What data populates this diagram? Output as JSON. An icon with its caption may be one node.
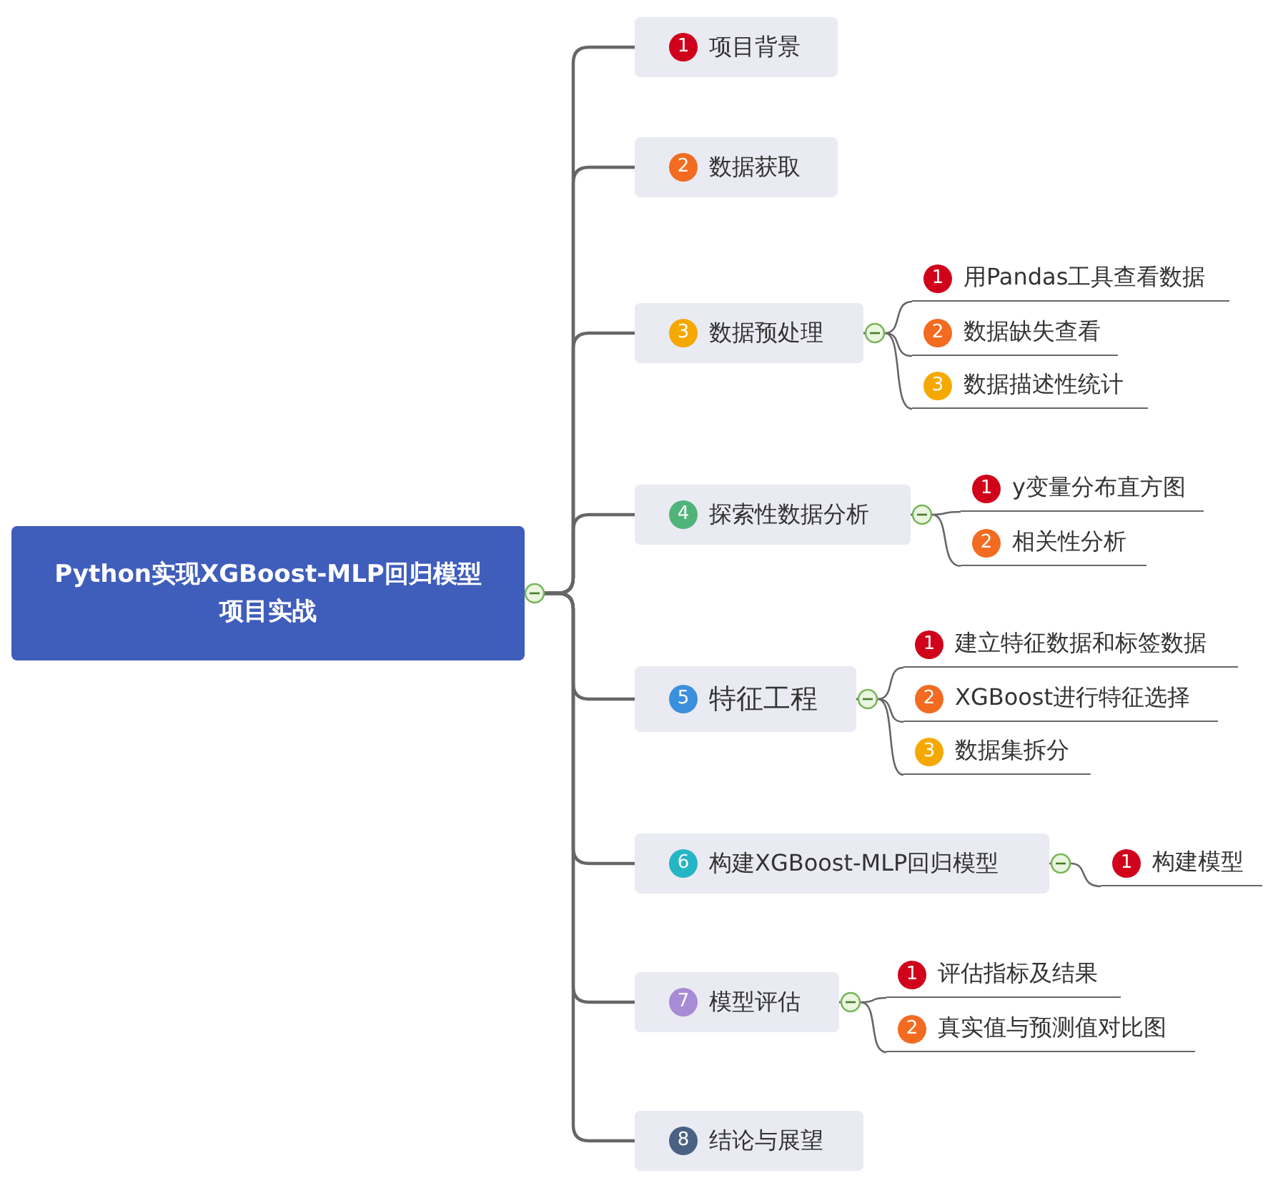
{
  "diagram": {
    "nodes": [
      {
        "text": [
          "Python实现XGBoost-MLP回归模型项目实战"
        ]
      },
      {
        "text": [
          "1",
          "项目背景"
        ]
      },
      {
        "text": [
          "2",
          "数据获取"
        ]
      },
      {
        "text": [
          "3",
          "数据预处理"
        ]
      },
      {
        "text": [
          "1",
          "用Pandas工具查看数据"
        ]
      },
      {
        "text": [
          "2",
          "数据缺失查看"
        ]
      },
      {
        "text": [
          "3",
          "数据描述性统计"
        ]
      },
      {
        "text": [
          "4",
          "探索性数据分析"
        ]
      },
      {
        "text": [
          "1",
          "y变量分布直方图"
        ]
      },
      {
        "text": [
          "2",
          "相关性分析"
        ]
      },
      {
        "text": [
          "5",
          "特征工程"
        ]
      },
      {
        "text": [
          "1",
          "建立特征数据和标签数据"
        ]
      },
      {
        "text": [
          "2",
          "XGBoost进行特征选择"
        ]
      },
      {
        "text": [
          "3",
          "数据集拆分"
        ]
      },
      {
        "text": [
          "6",
          "构建XGBoost-MLP回归模型"
        ]
      },
      {
        "text": [
          "1",
          "构建模型"
        ]
      },
      {
        "text": [
          "7",
          "模型评估"
        ]
      },
      {
        "text": [
          "1",
          "评估指标及结果"
        ]
      },
      {
        "text": [
          "2",
          "真实值与预测值对比图"
        ]
      },
      {
        "text": [
          "8",
          "结论与展望"
        ]
      }
    ],
    "edges": [
      {
        "from": 0,
        "to": 1,
        "arrow": "none"
      },
      {
        "from": 0,
        "to": 2,
        "arrow": "none"
      },
      {
        "from": 0,
        "to": 3,
        "arrow": "none"
      },
      {
        "from": 0,
        "to": 7,
        "arrow": "none"
      },
      {
        "from": 0,
        "to": 10,
        "arrow": "none"
      },
      {
        "from": 0,
        "to": 14,
        "arrow": "none"
      },
      {
        "from": 0,
        "to": 16,
        "arrow": "none"
      },
      {
        "from": 0,
        "to": 19,
        "arrow": "none"
      },
      {
        "from": 3,
        "to": 4,
        "arrow": "none"
      },
      {
        "from": 3,
        "to": 5,
        "arrow": "none"
      },
      {
        "from": 3,
        "to": 6,
        "arrow": "none"
      },
      {
        "from": 7,
        "to": 8,
        "arrow": "none"
      },
      {
        "from": 7,
        "to": 9,
        "arrow": "none"
      },
      {
        "from": 10,
        "to": 11,
        "arrow": "none"
      },
      {
        "from": 10,
        "to": 12,
        "arrow": "none"
      },
      {
        "from": 10,
        "to": 13,
        "arrow": "none"
      },
      {
        "from": 14,
        "to": 15,
        "arrow": "none"
      },
      {
        "from": 16,
        "to": 17,
        "arrow": "none"
      },
      {
        "from": 16,
        "to": 18,
        "arrow": "none"
      }
    ]
  }
}
